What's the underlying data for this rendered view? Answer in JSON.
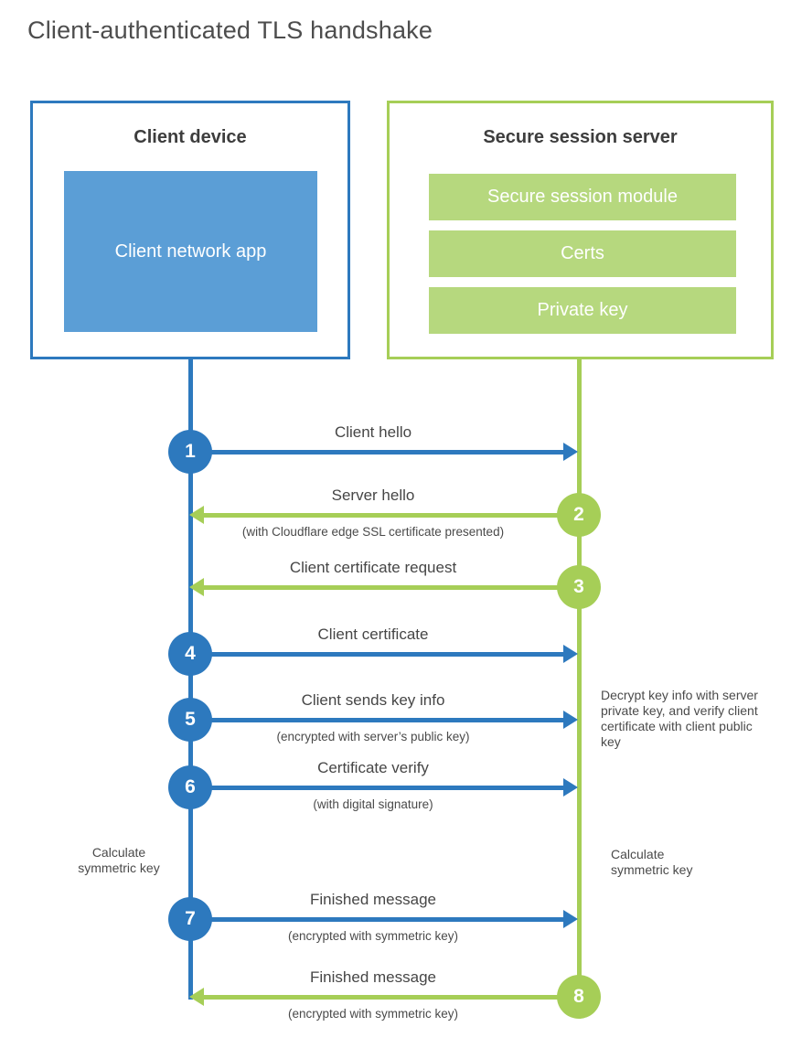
{
  "title": "Client-authenticated TLS handshake",
  "colors": {
    "blue": "#2d79be",
    "blue_fill": "#5b9ed6",
    "green": "#a6ce57",
    "green_fill": "#b6d87e"
  },
  "client_box": {
    "title": "Client device",
    "app_label": "Client network app"
  },
  "server_box": {
    "title": "Secure session server",
    "modules": [
      "Secure session module",
      "Certs",
      "Private key"
    ]
  },
  "messages": [
    {
      "number": "1",
      "label": "Client hello",
      "sublabel": "",
      "direction": "right"
    },
    {
      "number": "2",
      "label": "Server hello",
      "sublabel": "(with Cloudflare edge SSL certificate presented)",
      "direction": "left"
    },
    {
      "number": "3",
      "label": "Client certificate request",
      "sublabel": "",
      "direction": "left"
    },
    {
      "number": "4",
      "label": "Client certificate",
      "sublabel": "",
      "direction": "right"
    },
    {
      "number": "5",
      "label": "Client sends key info",
      "sublabel": "(encrypted with server’s public key)",
      "direction": "right"
    },
    {
      "number": "6",
      "label": "Certificate verify",
      "sublabel": "(with digital signature)",
      "direction": "right"
    },
    {
      "number": "7",
      "label": "Finished message",
      "sublabel": "(encrypted with symmetric key)",
      "direction": "right"
    },
    {
      "number": "8",
      "label": "Finished message",
      "sublabel": "(encrypted with symmetric key)",
      "direction": "left"
    }
  ],
  "annotations": {
    "decrypt_note": "Decrypt key info with server private key, and verify client certificate with client public key",
    "calculate_left": "Calculate symmetric key",
    "calculate_right": "Calculate symmetric key"
  }
}
